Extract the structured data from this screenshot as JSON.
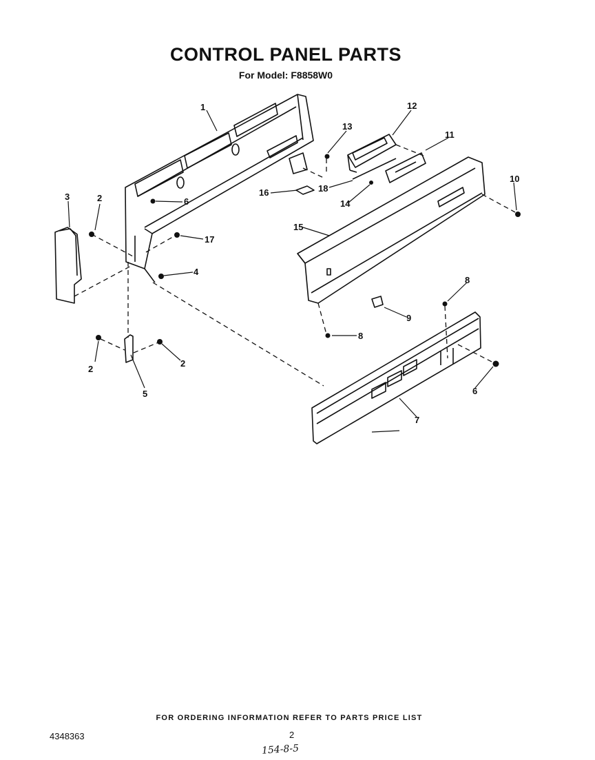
{
  "header": {
    "title": "CONTROL PANEL PARTS",
    "model_label": "For Model: F8858W0"
  },
  "callouts": [
    {
      "id": "c1",
      "label": "1"
    },
    {
      "id": "c2a",
      "label": "2"
    },
    {
      "id": "c3",
      "label": "3"
    },
    {
      "id": "c6a",
      "label": "6"
    },
    {
      "id": "c17",
      "label": "17"
    },
    {
      "id": "c4",
      "label": "4"
    },
    {
      "id": "c2b",
      "label": "2"
    },
    {
      "id": "c2c",
      "label": "2"
    },
    {
      "id": "c5",
      "label": "5"
    },
    {
      "id": "c16",
      "label": "16"
    },
    {
      "id": "c13",
      "label": "13"
    },
    {
      "id": "c12",
      "label": "12"
    },
    {
      "id": "c11",
      "label": "11"
    },
    {
      "id": "c18",
      "label": "18"
    },
    {
      "id": "c14",
      "label": "14"
    },
    {
      "id": "c10",
      "label": "10"
    },
    {
      "id": "c15",
      "label": "15"
    },
    {
      "id": "c8a",
      "label": "8"
    },
    {
      "id": "c9",
      "label": "9"
    },
    {
      "id": "c8b",
      "label": "8"
    },
    {
      "id": "c6b",
      "label": "6"
    },
    {
      "id": "c7",
      "label": "7"
    }
  ],
  "footer": {
    "ordering_note": "FOR ORDERING INFORMATION REFER TO PARTS PRICE LIST",
    "part_number": "4348363",
    "page_number": "2",
    "handwritten_note": "154-8-5"
  }
}
